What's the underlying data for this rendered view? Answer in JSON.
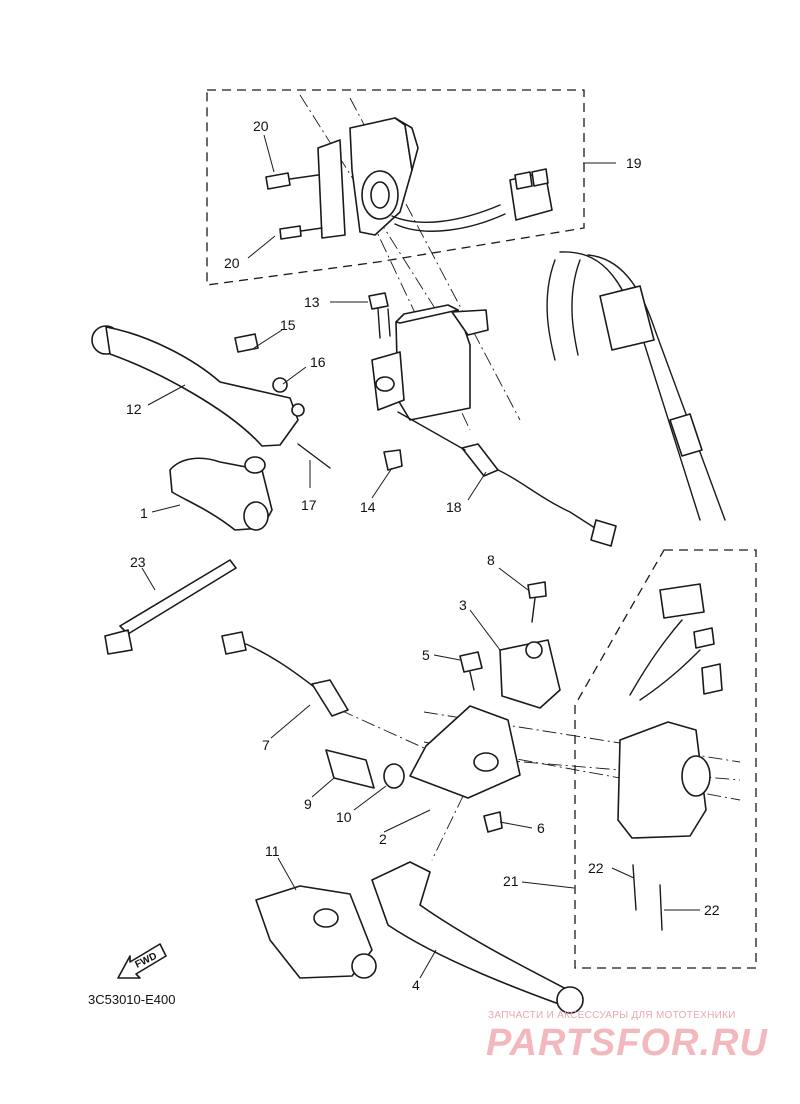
{
  "diagram": {
    "code": "3C53010-E400",
    "fwd_label": "FWD",
    "callouts": {
      "c1": "1",
      "c2": "2",
      "c3": "3",
      "c4": "4",
      "c5": "5",
      "c6": "6",
      "c7": "7",
      "c8": "8",
      "c9": "9",
      "c10": "10",
      "c11": "11",
      "c12": "12",
      "c13": "13",
      "c14": "14",
      "c15": "15",
      "c16": "16",
      "c17": "17",
      "c18": "18",
      "c19": "19",
      "c20a": "20",
      "c20b": "20",
      "c21": "21",
      "c22a": "22",
      "c22b": "22",
      "c23": "23"
    }
  },
  "watermark": {
    "tagline": "ЗАПЧАСТИ И АКСЕССУАРЫ ДЛЯ МОТОТЕХНИКИ",
    "logo": "PARTSFOR.RU",
    "color": "#e8a0a6"
  }
}
